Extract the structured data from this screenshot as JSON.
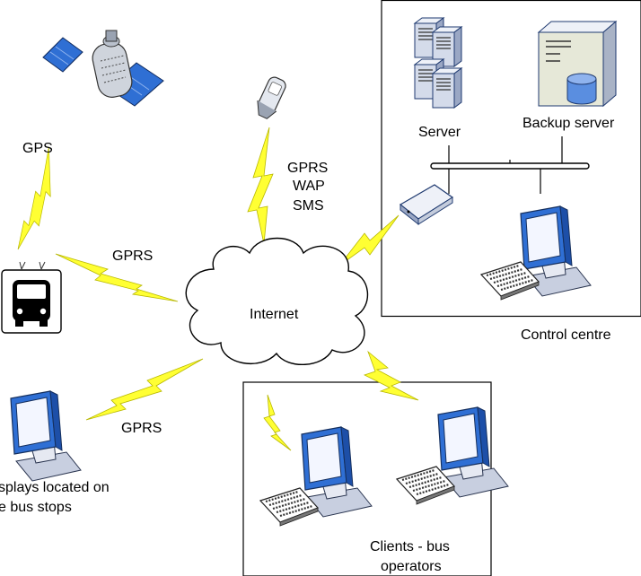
{
  "labels": {
    "gps": "GPS",
    "gprs_bus": "GPRS",
    "gprs_display": "GPRS",
    "mobile_gprs": "GPRS",
    "mobile_wap": "WAP",
    "mobile_sms": "SMS",
    "internet": "Internet",
    "server": "Server",
    "backup_server": "Backup server",
    "control_centre": "Control centre",
    "displays_line1": "splays located on",
    "displays_line2": "e bus stops",
    "clients_line1": "Clients - bus",
    "clients_line2": "operators"
  },
  "colors": {
    "bolt": "#ffff33",
    "monitor_frame": "#2060c0",
    "screen": "#eef3ff",
    "server_body": "#dde3ef"
  },
  "icons": [
    "satellite-icon",
    "mobile-phone-icon",
    "bus-stop-icon",
    "server-icon",
    "backup-server-icon",
    "database-icon",
    "router-icon",
    "monitor-icon",
    "keyboard-icon",
    "cloud-icon",
    "lightning-bolt-icon"
  ]
}
